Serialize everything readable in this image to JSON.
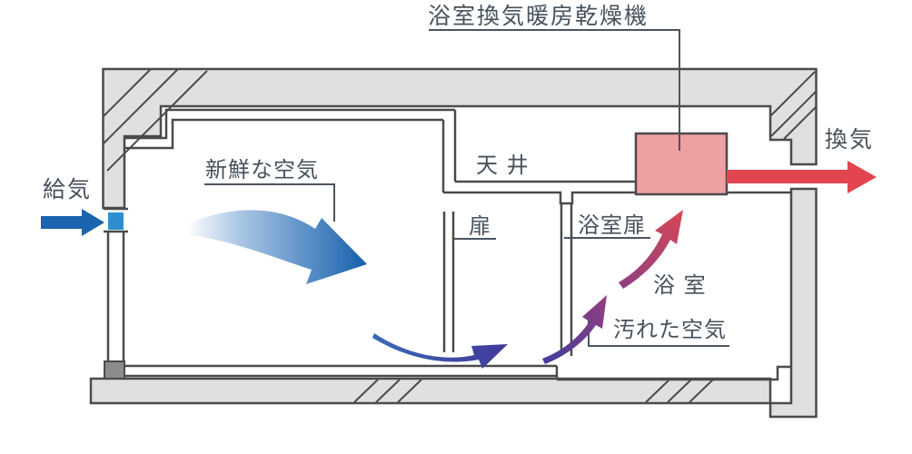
{
  "diagram": {
    "title": "浴室換気暖房乾燥機",
    "labels": {
      "supply": "給気",
      "fresh_air": "新鮮な空気",
      "ceiling": "天 井",
      "door": "扉",
      "bathroom_door": "浴室扉",
      "bathroom": "浴 室",
      "dirty_air": "汚れた空気",
      "exhaust": "換気"
    },
    "colors": {
      "wall_fill": "#e0e0e0",
      "outline": "#4b4b4b",
      "leader": "#4b5560",
      "text": "#47525c",
      "supply_blue": "#1a63ae",
      "vent_blue": "#2e8fd0",
      "indigo": "#43389b",
      "purple": "#8f3f80",
      "crimson": "#d84656",
      "exhaust_red": "#e2454f",
      "unit_pink": "#efa0a2",
      "foundation_gray": "#8c8c8c"
    }
  }
}
